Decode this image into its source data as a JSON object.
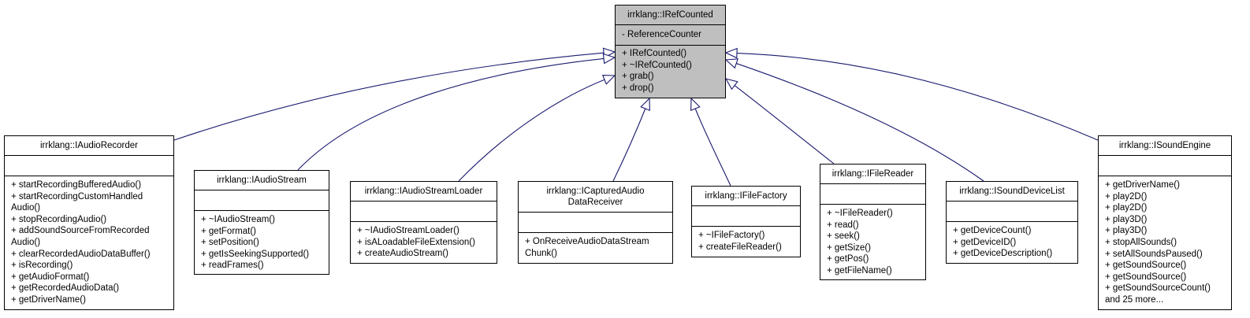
{
  "base": {
    "title": "irrklang::IRefCounted",
    "attributes": [
      "- ReferenceCounter"
    ],
    "methods": [
      "+ IRefCounted()",
      "+ ~IRefCounted()",
      "+ grab()",
      "+ drop()"
    ]
  },
  "classes": [
    {
      "id": "iaudiorecorder",
      "title": "irrklang::IAudioRecorder",
      "methods": [
        "+ startRecordingBufferedAudio()",
        "+ startRecordingCustomHandled",
        "Audio()",
        "+ stopRecordingAudio()",
        "+ addSoundSourceFromRecorded",
        "Audio()",
        "+ clearRecordedAudioDataBuffer()",
        "+ isRecording()",
        "+ getAudioFormat()",
        "+ getRecordedAudioData()",
        "+ getDriverName()"
      ]
    },
    {
      "id": "iaudiostream",
      "title": "irrklang::IAudioStream",
      "methods": [
        "+ ~IAudioStream()",
        "+ getFormat()",
        "+ setPosition()",
        "+ getIsSeekingSupported()",
        "+ readFrames()"
      ]
    },
    {
      "id": "iaudiostreamloader",
      "title": "irrklang::IAudioStreamLoader",
      "methods": [
        "+ ~IAudioStreamLoader()",
        "+ isALoadableFileExtension()",
        "+ createAudioStream()"
      ]
    },
    {
      "id": "icapturedaudiodatareceiver",
      "title": "irrklang::ICapturedAudio\nDataReceiver",
      "methods": [
        "+ OnReceiveAudioDataStream",
        "Chunk()"
      ]
    },
    {
      "id": "ifilefactory",
      "title": "irrklang::IFileFactory",
      "methods": [
        "+ ~IFileFactory()",
        "+ createFileReader()"
      ]
    },
    {
      "id": "ifilereader",
      "title": "irrklang::IFileReader",
      "methods": [
        "+ ~IFileReader()",
        "+ read()",
        "+ seek()",
        "+ getSize()",
        "+ getPos()",
        "+ getFileName()"
      ]
    },
    {
      "id": "isounddevicelist",
      "title": "irrklang::ISoundDeviceList",
      "methods": [
        "+ getDeviceCount()",
        "+ getDeviceID()",
        "+ getDeviceDescription()"
      ]
    },
    {
      "id": "isoundengine",
      "title": "irrklang::ISoundEngine",
      "methods": [
        "+ getDriverName()",
        "+ play2D()",
        "+ play2D()",
        "+ play3D()",
        "+ play3D()",
        "+ stopAllSounds()",
        "+ setAllSoundsPaused()",
        "+ getSoundSource()",
        "+ getSoundSource()",
        "+ getSoundSourceCount()",
        "and 25 more..."
      ]
    }
  ],
  "colors": {
    "edge": "#191970",
    "base_fill": "#bfbfbf",
    "box_border": "#000000"
  }
}
